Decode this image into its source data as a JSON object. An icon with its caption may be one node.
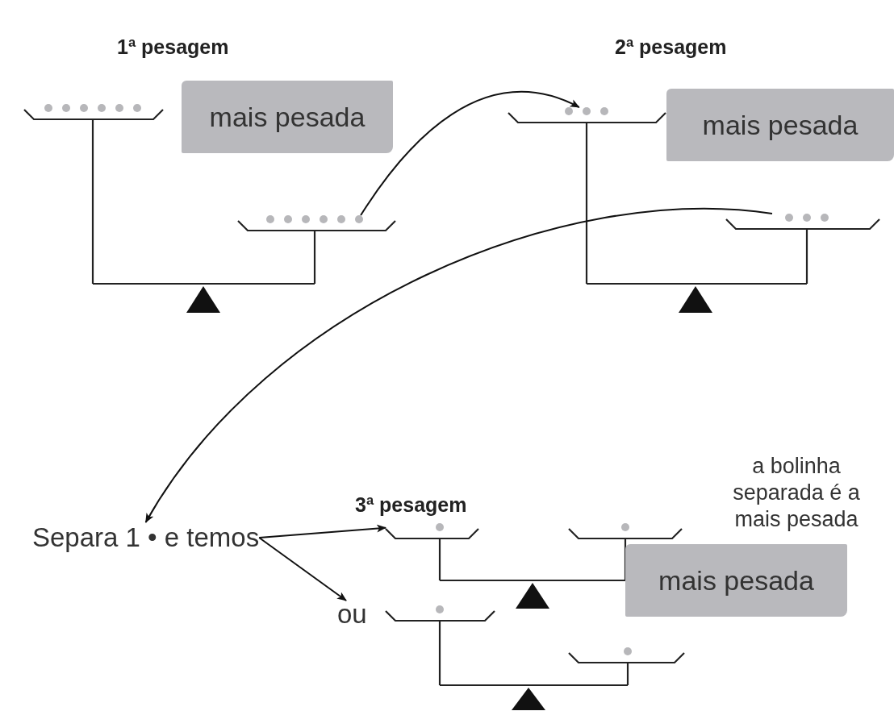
{
  "diagram": {
    "nodes": [
      {
        "text": [
          "mais pesada"
        ]
      },
      {
        "text": [],
        "shape": "bar"
      },
      {
        "text": [],
        "shape": "bar"
      },
      {
        "text": [
          "mais pesada"
        ]
      },
      {
        "text": [],
        "shape": "bar"
      },
      {
        "text": [
          "Separa 1 • e temos"
        ]
      },
      {
        "text": [],
        "shape": "bar"
      },
      {
        "text": [
          "mais pesada"
        ]
      },
      {
        "text": [
          "ou"
        ]
      }
    ],
    "edges": [
      {
        "from": 1,
        "to": 2,
        "arrow": "to"
      },
      {
        "from": 4,
        "to": 5,
        "arrow": "to"
      },
      {
        "from": 5,
        "to": 6,
        "arrow": "to"
      },
      {
        "from": 5,
        "to": 8,
        "arrow": "to"
      }
    ],
    "labels": [
      "1ª pesagem",
      "2ª pesagem",
      "3ª pesagem",
      "a bolinha separada é a mais pesada"
    ]
  }
}
